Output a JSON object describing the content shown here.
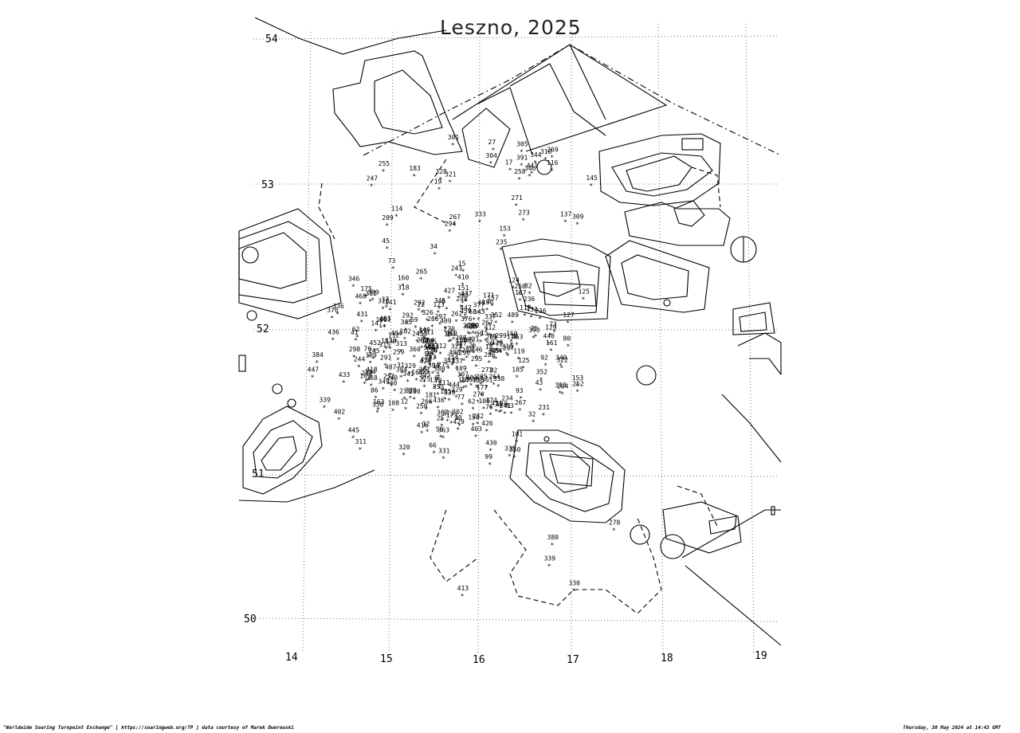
{
  "title": "Leszno, 2025",
  "footer": {
    "left": "\"Worldwide Soaring Turnpoint Exchange\" [ https://soaringweb.org/TP ] data courtesy of Marek Dworowski",
    "right": "Thursday, 30 May 2024 at 14:43 GMT"
  },
  "lat_labels": [
    {
      "value": "54"
    },
    {
      "value": "53"
    },
    {
      "value": "52"
    },
    {
      "value": "51"
    },
    {
      "value": "50"
    }
  ],
  "lon_labels": [
    {
      "value": "14"
    },
    {
      "value": "15"
    },
    {
      "value": "16"
    },
    {
      "value": "17"
    },
    {
      "value": "18"
    },
    {
      "value": "19"
    }
  ],
  "turnpoints": [
    "17",
    "153",
    "271",
    "209",
    "273",
    "441",
    "318",
    "304",
    "114",
    "137",
    "247",
    "346",
    "183",
    "309",
    "321",
    "269",
    "255",
    "19",
    "145",
    "344",
    "267",
    "116",
    "333",
    "305",
    "27",
    "258",
    "391",
    "328",
    "294",
    "301",
    "468",
    "237",
    "380",
    "77",
    "338",
    "280",
    "337",
    "80",
    "302",
    "329",
    "349",
    "286",
    "45",
    "484",
    "295",
    "437",
    "326",
    "100",
    "185",
    "170",
    "403",
    "319",
    "232",
    "255",
    "234",
    "147",
    "345",
    "181",
    "341",
    "339",
    "93",
    "436",
    "99",
    "361",
    "2",
    "66",
    "487",
    "70",
    "336",
    "248",
    "39",
    "346",
    "190",
    "236",
    "254",
    "337",
    "264",
    "284",
    "22",
    "86",
    "163",
    "160",
    "25",
    "265",
    "459",
    "461",
    "463",
    "446",
    "452",
    "440",
    "436",
    "13",
    "130",
    "283",
    "290",
    "320",
    "12",
    "92",
    "352",
    "135",
    "74",
    "114",
    "112",
    "156",
    "31",
    "32",
    "447",
    "403",
    "56",
    "43",
    "41",
    "57",
    "298",
    "297",
    "299",
    "318",
    "323",
    "163",
    "108",
    "15",
    "73",
    "79",
    "141",
    "131",
    "151",
    "177",
    "178",
    "445",
    "444",
    "353",
    "245",
    "235",
    "240",
    "244",
    "329",
    "252",
    "259",
    "125",
    "75",
    "185",
    "208",
    "291",
    "56",
    "40",
    "72",
    "17",
    "129",
    "5",
    "62",
    "62",
    "20",
    "109",
    "6",
    "447",
    "339",
    "357",
    "334",
    "340",
    "352",
    "367",
    "350",
    "12",
    "200",
    "432",
    "378",
    "416",
    "376",
    "40",
    "68",
    "143",
    "384",
    "140",
    "26",
    "161",
    "171",
    "110",
    "82",
    "160",
    "124",
    "69",
    "342",
    "309",
    "102",
    "236",
    "129",
    "120",
    "153",
    "199",
    "184",
    "245",
    "157",
    "15",
    "454",
    "489",
    "157",
    "73",
    "186",
    "267",
    "250",
    "258",
    "250",
    "311",
    "312",
    "335",
    "275",
    "429",
    "431",
    "243",
    "201",
    "286",
    "266",
    "243",
    "123",
    "92",
    "34",
    "208",
    "311",
    "253",
    "211",
    "384",
    "106",
    "117",
    "18",
    "157",
    "125",
    "76",
    "37",
    "36",
    "270",
    "318",
    "268",
    "292",
    "329",
    "101",
    "50",
    "233",
    "412",
    "395",
    "307",
    "360",
    "173",
    "189",
    "167",
    "55",
    "311",
    "315",
    "285",
    "231",
    "313",
    "313",
    "394",
    "376",
    "373",
    "393",
    "426",
    "453",
    "127",
    "182",
    "262",
    "275",
    "249",
    "363",
    "418",
    "428",
    "415",
    "427",
    "419",
    "449",
    "241",
    "307",
    "272",
    "232",
    "175",
    "403",
    "292",
    "270",
    "393",
    "428",
    "374",
    "430",
    "377",
    "404",
    "410",
    "409",
    "119",
    "331",
    "293",
    "350",
    "402",
    "433",
    "405",
    "431",
    "385",
    "365",
    "408",
    "322",
    "72",
    "435",
    "411",
    "267",
    "413",
    "380",
    "339",
    "278",
    "330"
  ]
}
